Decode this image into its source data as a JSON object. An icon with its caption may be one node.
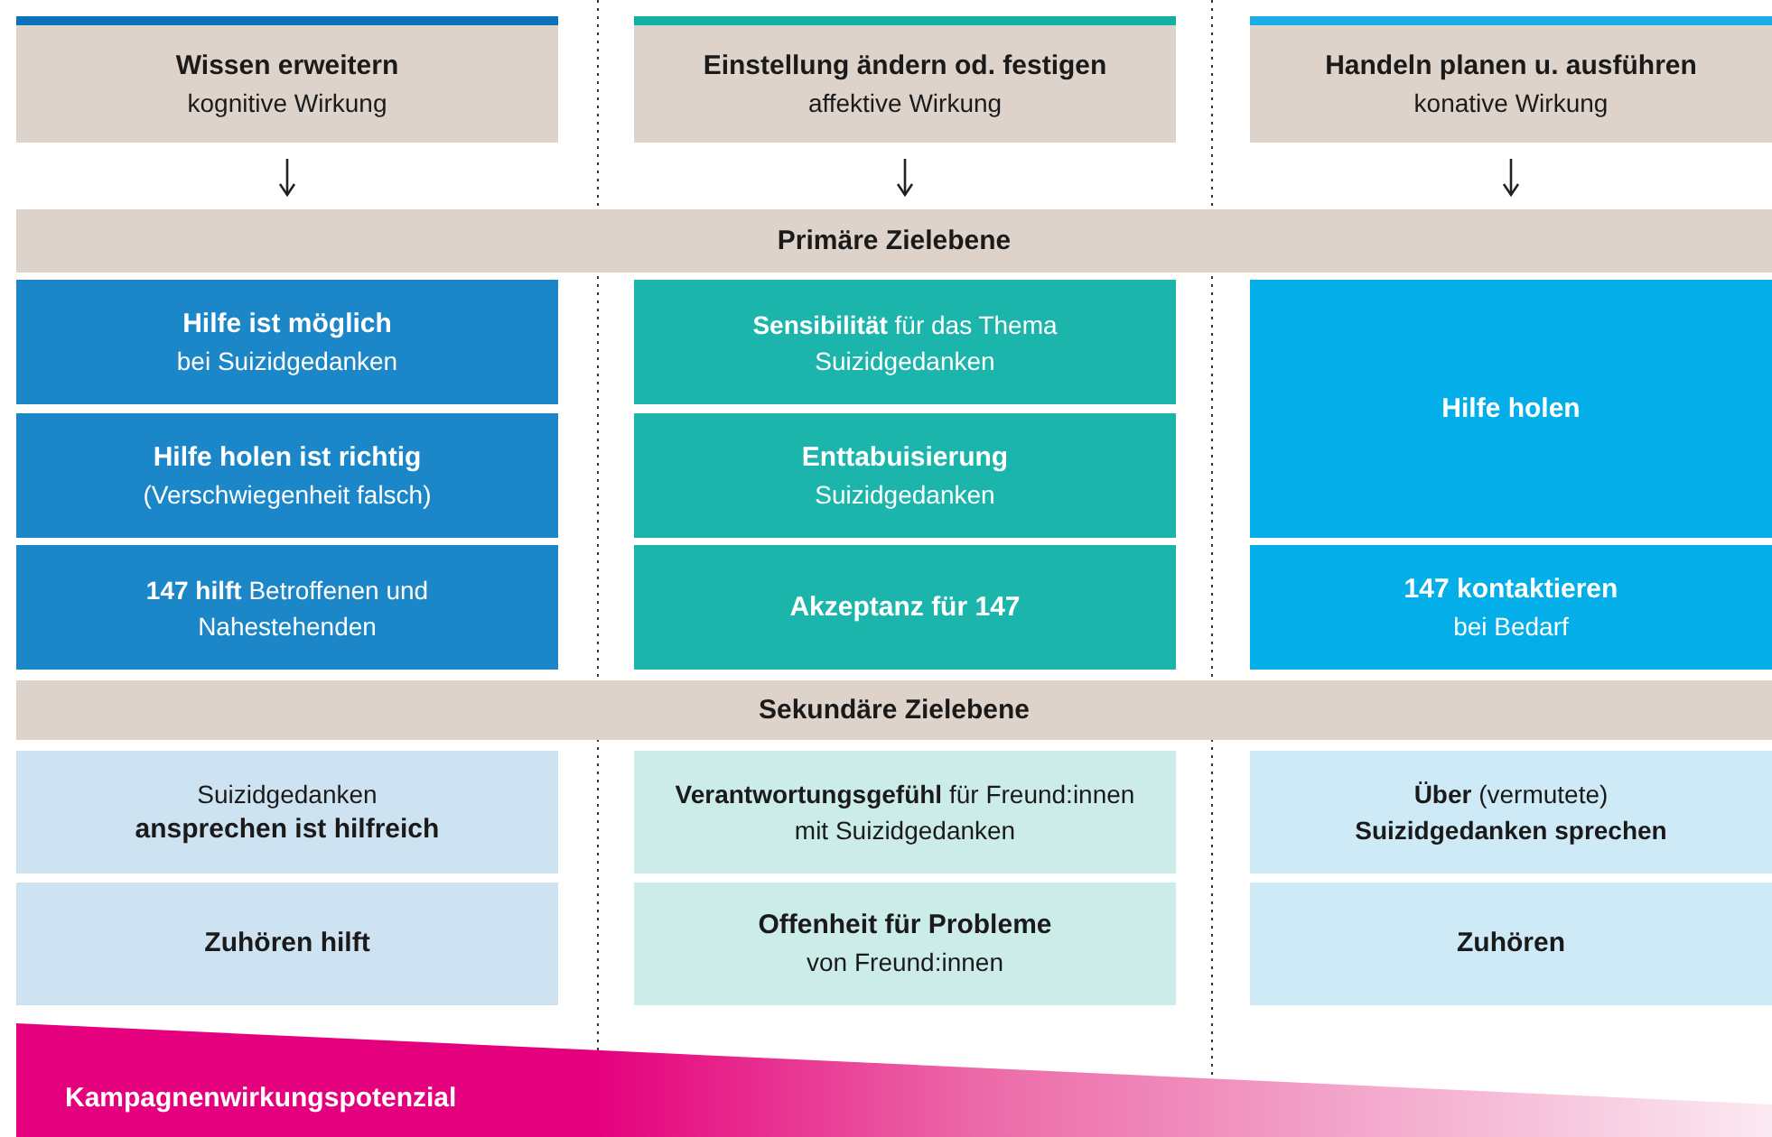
{
  "diagram": {
    "nodes": [
      {
        "text": [
          "Wissen erweitern",
          "kognitive Wirkung"
        ]
      },
      {
        "text": [
          "Einstellung ändern od. festigen",
          "affektive Wirkung"
        ]
      },
      {
        "text": [
          "Handeln planen u. ausführen",
          "konative Wirkung"
        ]
      },
      {
        "text": [
          "Primäre Zielebene"
        ]
      },
      {
        "text": [
          "Hilfe ist möglich",
          "bei Suizidgedanken"
        ]
      },
      {
        "text": [
          "Hilfe holen ist richtig",
          "(Verschwiegenheit falsch)"
        ]
      },
      {
        "text": [
          "**147 hilft** Betroffenen und Nahestehenden"
        ]
      },
      {
        "text": [
          "**Sensibilität** für das Thema Suizidgedanken"
        ]
      },
      {
        "text": [
          "Enttabuisierung",
          "Suizidgedanken"
        ]
      },
      {
        "text": [
          "Akzeptanz für 147"
        ]
      },
      {
        "text": [
          "Hilfe holen"
        ]
      },
      {
        "text": [
          "147 kontaktieren",
          "bei Bedarf"
        ]
      },
      {
        "text": [
          "Sekundäre Zielebene"
        ]
      },
      {
        "text": [
          "Suizidgedanken",
          "ansprechen ist hilfreich"
        ]
      },
      {
        "text": [
          "Zuhören hilft"
        ]
      },
      {
        "text": [
          "**Verantwortungsgefühl** für Freund:innen mit Suizidgedanken"
        ]
      },
      {
        "text": [
          "Offenheit für Probleme",
          "von Freund:innen"
        ]
      },
      {
        "text": [
          "**Über** (vermutete) **Suizidgedanken sprechen**"
        ]
      },
      {
        "text": [
          "Zuhören"
        ]
      },
      {
        "text": [
          "Kampagnenwirkungspotenzial"
        ]
      }
    ],
    "edges": [
      {
        "from": 0,
        "to": 3,
        "arrow": "to"
      },
      {
        "from": 1,
        "to": 3,
        "arrow": "to"
      },
      {
        "from": 2,
        "to": 3,
        "arrow": "to"
      }
    ]
  }
}
